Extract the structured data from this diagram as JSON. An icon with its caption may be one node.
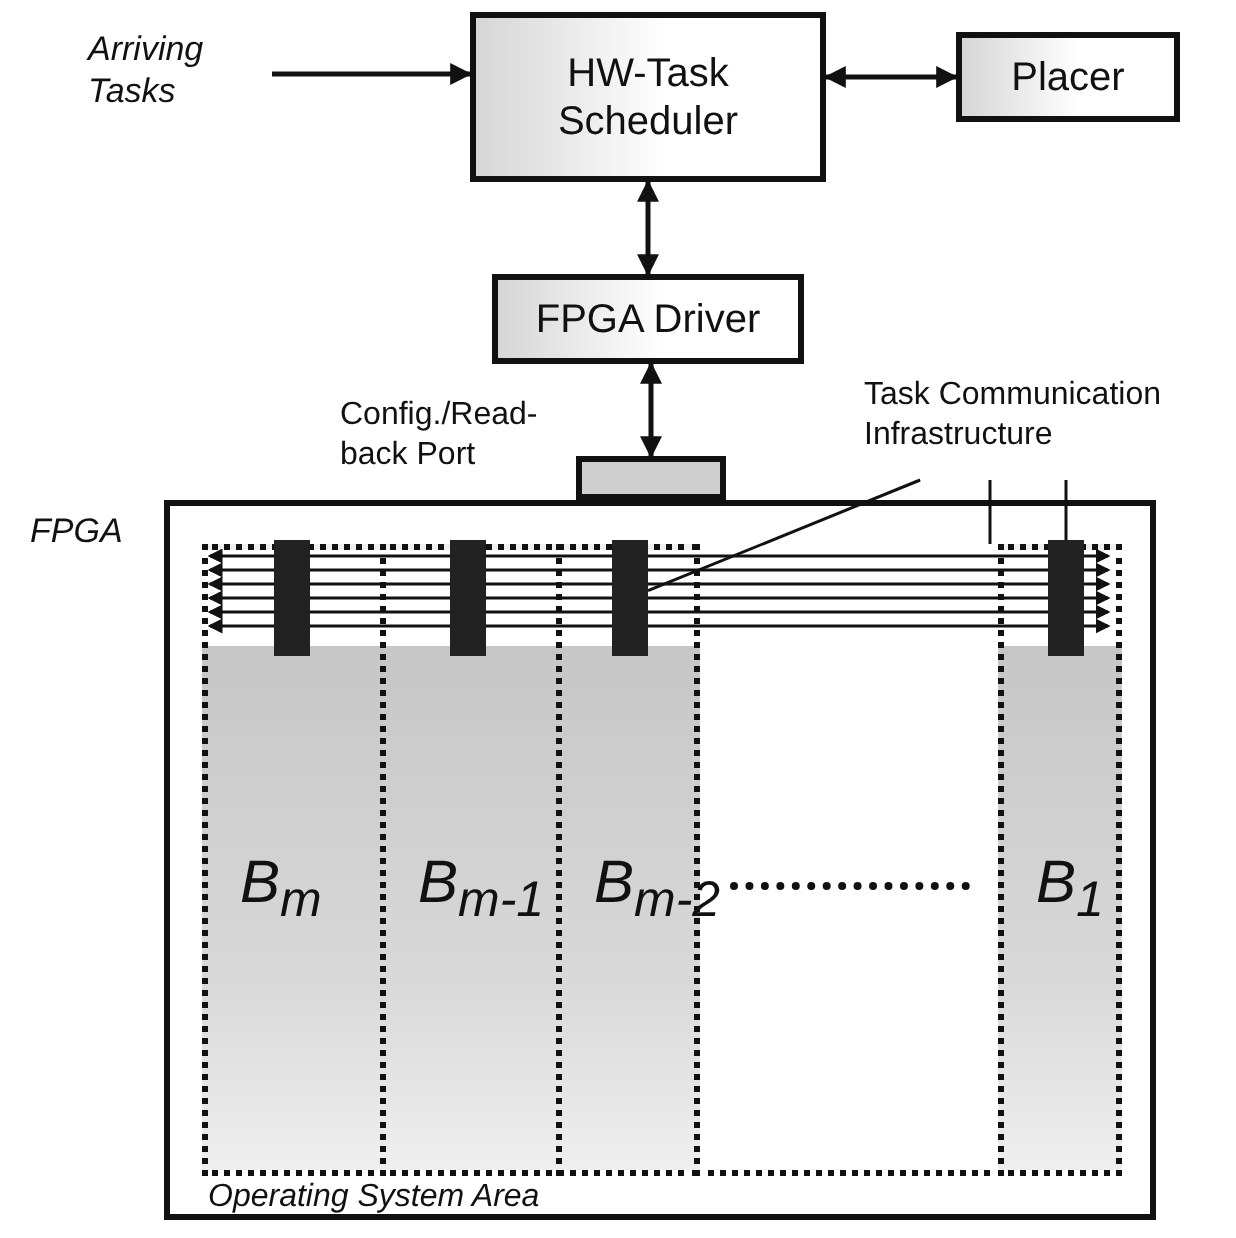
{
  "diagram": {
    "nodes": [
      {
        "text": [
          "Arriving Tasks"
        ]
      },
      {
        "text": [
          "HW-Task Scheduler"
        ]
      },
      {
        "text": [
          "Placer"
        ]
      },
      {
        "text": [
          "FPGA Driver"
        ]
      },
      {
        "text": [
          "Config./Read- back Port"
        ]
      },
      {
        "text": [
          "Task Communication Infrastructure"
        ]
      },
      {
        "text": [
          "FPGA"
        ]
      },
      {
        "text": [],
        "shape": "picture",
        "in": 6
      },
      {
        "text": [
          "B$_{m}$"
        ],
        "in": 6
      },
      {
        "text": [
          "B$_{m-1}$"
        ],
        "in": 6
      },
      {
        "text": [
          "B$_{m-2}$"
        ],
        "in": 6
      },
      {
        "text": [
          "B$_{1}$"
        ],
        "in": 6
      },
      {
        "text": [],
        "shape": "bar",
        "in": 8
      },
      {
        "text": [],
        "shape": "bar",
        "in": 9
      },
      {
        "text": [],
        "shape": "bar",
        "in": 10
      },
      {
        "text": [],
        "shape": "bar",
        "in": 11
      }
    ],
    "edges": [
      {
        "from": 0,
        "to": 1,
        "arrow": "to"
      },
      {
        "from": 1,
        "to": 2,
        "arrow": "both"
      },
      {
        "from": 1,
        "to": 3,
        "arrow": "both"
      },
      {
        "from": 3,
        "to": 4,
        "arrow": "both"
      },
      {
        "from": 5,
        "to": 14,
        "arrow": "none"
      },
      {
        "from": 5,
        "to": 7,
        "arrow": "none"
      },
      {
        "from": 5,
        "to": 15,
        "arrow": "none"
      }
    ],
    "labels": [
      "Operating System Area"
    ]
  }
}
